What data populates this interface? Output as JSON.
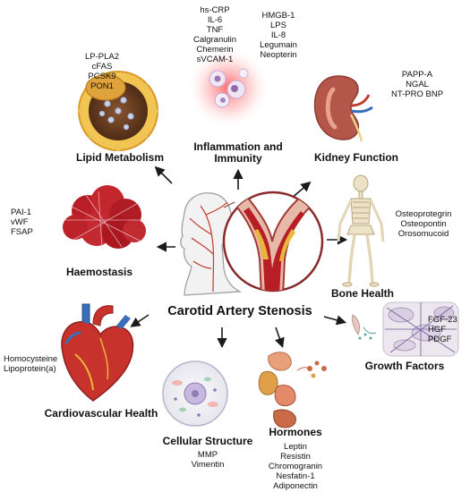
{
  "center": {
    "title": "Carotid Artery Stenosis"
  },
  "categories": {
    "lipid": {
      "title": "Lipid Metabolism",
      "items": [
        "LP-PLA2",
        "cFAS",
        "PCSK9",
        "PON1"
      ]
    },
    "inflammation": {
      "title_line1": "Inflammation and",
      "title_line2": "Immunity",
      "items_left": [
        "hs-CRP",
        "IL-6",
        "TNF",
        "Calgranulin",
        "Chemerin",
        "sVCAM-1"
      ],
      "items_right": [
        "HMGB-1",
        "LPS",
        "IL-8",
        "Legumain",
        "Neopterin"
      ]
    },
    "kidney": {
      "title": "Kidney Function",
      "items": [
        "PAPP-A",
        "NGAL",
        "NT-PRO BNP"
      ]
    },
    "haemostasis": {
      "title": "Haemostasis",
      "items": [
        "PAI-1",
        "vWF",
        "FSAP"
      ]
    },
    "bone": {
      "title": "Bone Health",
      "items": [
        "Osteoprotegrin",
        "Osteopontin",
        "Orosomucoid"
      ]
    },
    "growth": {
      "title": "Growth Factors",
      "items": [
        "FGF-23",
        "HGF",
        "PDGF"
      ]
    },
    "cardio": {
      "title": "Cardiovascular Health",
      "items": [
        "Homocysteine",
        "Lipoprotein(a)"
      ]
    },
    "cellular": {
      "title": "Cellular Structure",
      "items": [
        "MMP",
        "Vimentin"
      ]
    },
    "hormones": {
      "title": "Hormones",
      "items": [
        "Leptin",
        "Resistin",
        "Chromogranin",
        "Nesfatin-1",
        "Adiponectin"
      ]
    }
  },
  "colors": {
    "lipid_core": "#6b3f22",
    "lipid_cap": "#e0a23a",
    "lipid_shell": "#f2c452",
    "inflammation_glow": "#ff4d4d",
    "kidney": "#b5564a",
    "clot_red": "#b81e26",
    "bone": "#e8dcc0",
    "heart_red": "#c8322d",
    "heart_blue": "#3a6fb8",
    "plaque_yellow": "#e9b73a",
    "cell_purple": "#8f7ab8"
  }
}
